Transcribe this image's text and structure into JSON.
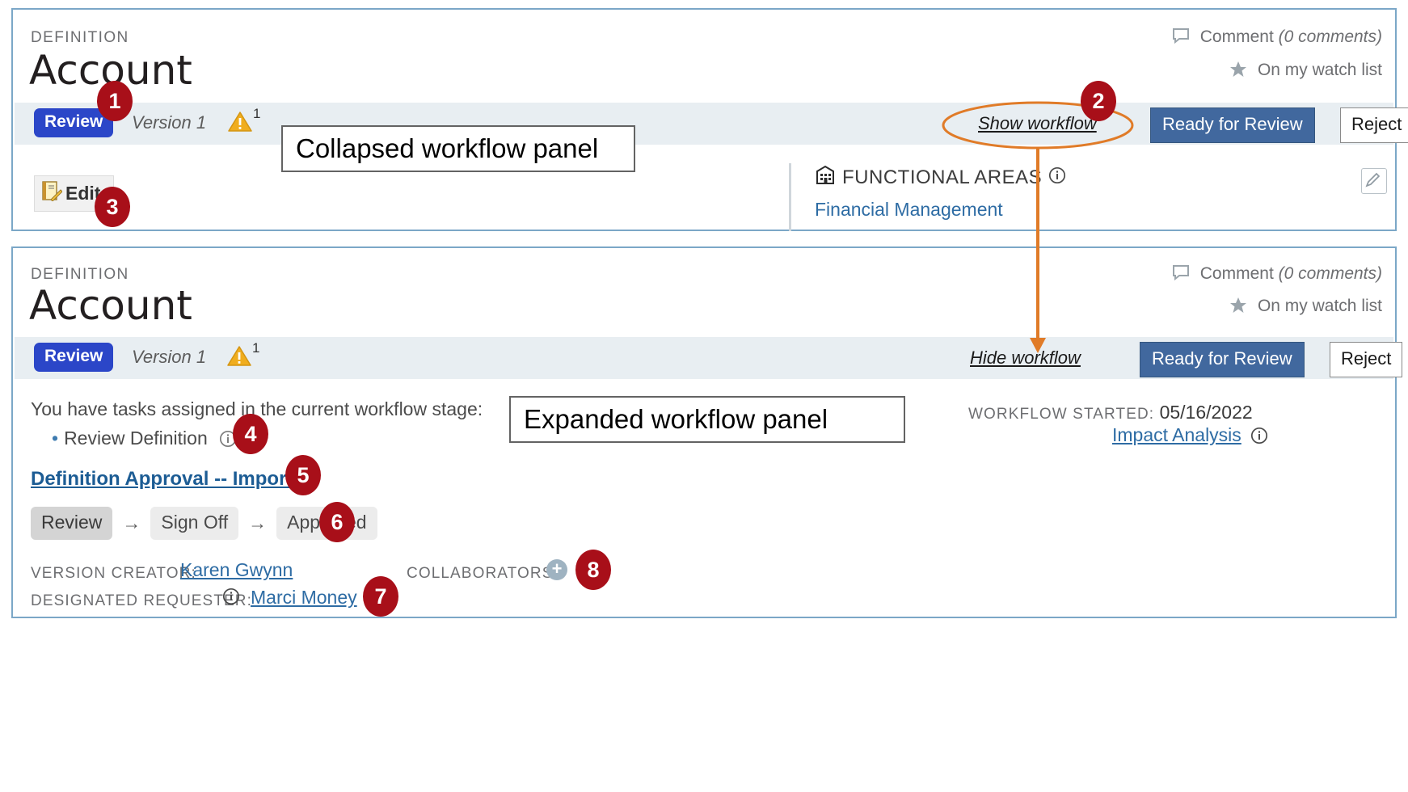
{
  "panels": {
    "collapsed": {
      "kicker": "DEFINITION",
      "title": "Account",
      "status_badge": "Review",
      "version": "Version 1",
      "warning_count": "1",
      "comment_label": "Comment",
      "comment_count": "(0 comments)",
      "watch_label": "On my watch list",
      "workflow_toggle": "Show workflow",
      "primary_button": "Ready for Review",
      "secondary_button": "Reject",
      "edit_button": "Edit",
      "functional_areas_heading": "FUNCTIONAL AREAS",
      "functional_areas_value": "Financial Management"
    },
    "expanded": {
      "kicker": "DEFINITION",
      "title": "Account",
      "status_badge": "Review",
      "version": "Version 1",
      "warning_count": "1",
      "comment_label": "Comment",
      "comment_count": "(0 comments)",
      "watch_label": "On my watch list",
      "workflow_toggle": "Hide workflow",
      "primary_button": "Ready for Review",
      "secondary_button": "Reject",
      "tasks_intro": "You have tasks assigned in the current workflow stage:",
      "task_item": "Review Definition",
      "workflow_name": "Definition Approval -- Import",
      "stages": [
        {
          "label": "Review",
          "current": true
        },
        {
          "label": "Sign Off",
          "current": false
        },
        {
          "label": "Approved",
          "current": false
        }
      ],
      "stage_arrow": "→",
      "version_creator_label": "VERSION CREATOR:",
      "version_creator_value": "Karen Gwynn",
      "designated_requester_label": "DESIGNATED REQUESTER:",
      "designated_requester_value": "Marci Money",
      "collaborators_label": "COLLABORATORS:",
      "collaborators_add": "+",
      "workflow_started_label": "WORKFLOW STARTED:",
      "workflow_started_value": "05/16/2022",
      "impact_analysis": "Impact Analysis"
    }
  },
  "annotations": {
    "callout_collapsed": "Collapsed workflow panel",
    "callout_expanded": "Expanded workflow panel",
    "markers": [
      "1",
      "2",
      "3",
      "4",
      "5",
      "6",
      "7",
      "8"
    ]
  },
  "colors": {
    "panel_border": "#7ba7c7",
    "status_strip": "#e8eef2",
    "badge_blue": "#2b46c8",
    "button_blue": "#41689e",
    "link_blue": "#2e6ca4",
    "marker_red": "#a80f19",
    "annotation_orange": "#e07b28",
    "warning_amber": "#f0ad1e"
  }
}
